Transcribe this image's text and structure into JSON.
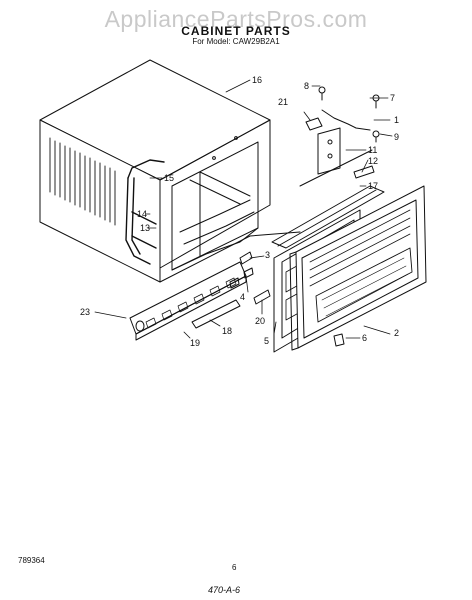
{
  "header": {
    "watermark": "AppliancePartsPros.com",
    "title": "CABINET PARTS",
    "subtitle": "For Model: CAW29B2A1"
  },
  "footer": {
    "doc_number": "789364",
    "page_number": "6",
    "handwritten_note": "470-A-6"
  },
  "callouts": [
    {
      "id": "c1",
      "text": "1"
    },
    {
      "id": "c2",
      "text": "2"
    },
    {
      "id": "c3",
      "text": "3"
    },
    {
      "id": "c4",
      "text": "4"
    },
    {
      "id": "c5",
      "text": "5"
    },
    {
      "id": "c6",
      "text": "6"
    },
    {
      "id": "c7",
      "text": "7"
    },
    {
      "id": "c8",
      "text": "8"
    },
    {
      "id": "c9",
      "text": "9"
    },
    {
      "id": "c11",
      "text": "11"
    },
    {
      "id": "c12",
      "text": "12"
    },
    {
      "id": "c13",
      "text": "13"
    },
    {
      "id": "c14",
      "text": "14"
    },
    {
      "id": "c15",
      "text": "15"
    },
    {
      "id": "c16",
      "text": "16"
    },
    {
      "id": "c17",
      "text": "17"
    },
    {
      "id": "c18",
      "text": "18"
    },
    {
      "id": "c19",
      "text": "19"
    },
    {
      "id": "c20",
      "text": "20"
    },
    {
      "id": "c21",
      "text": "21"
    },
    {
      "id": "c23",
      "text": "23"
    }
  ]
}
